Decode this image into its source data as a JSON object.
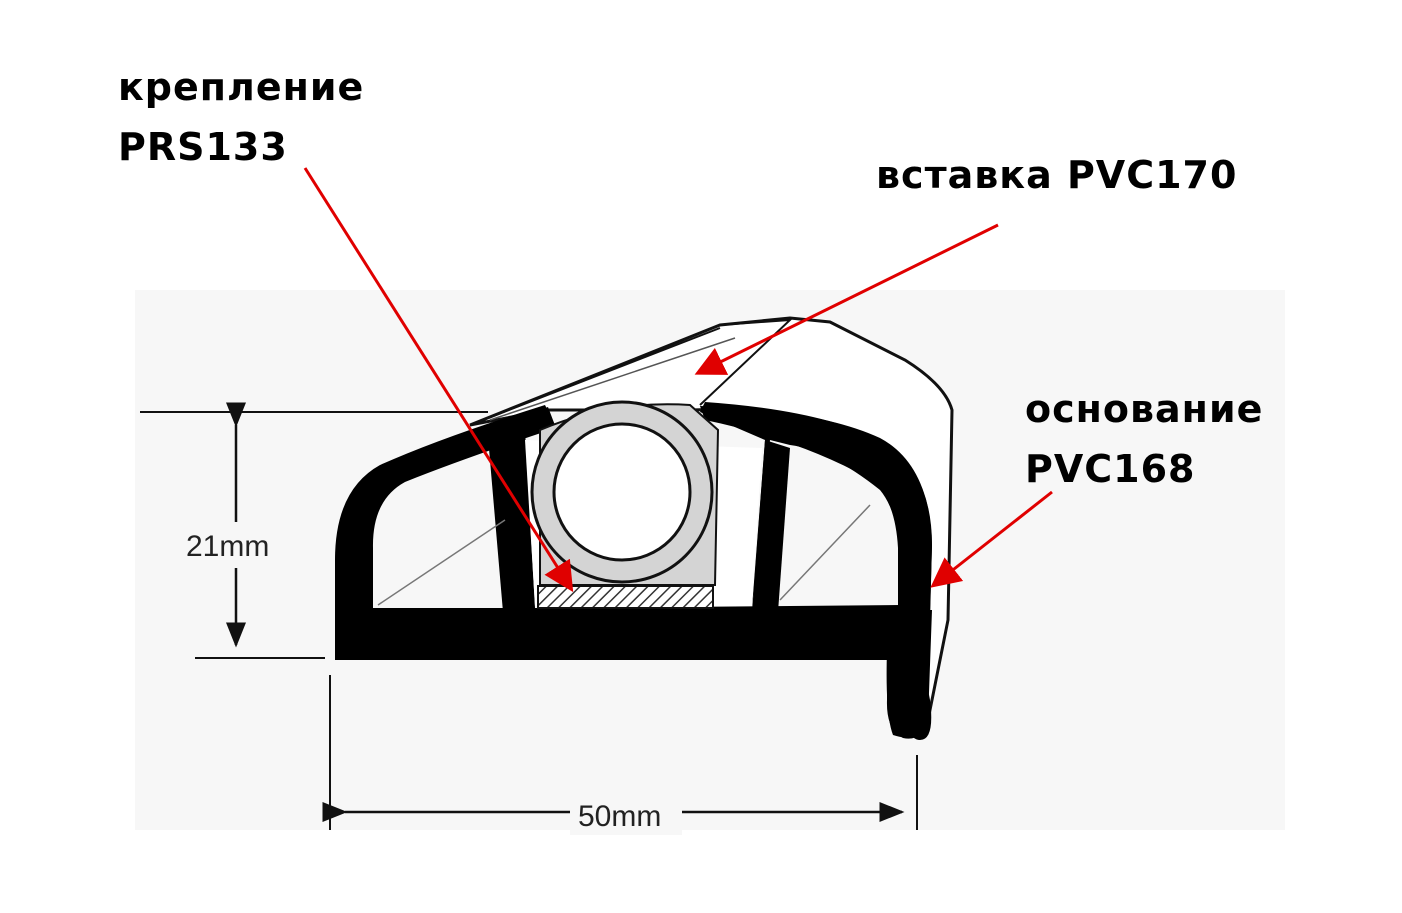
{
  "labels": {
    "fastening_line1": "крепление",
    "fastening_line2": "PRS133",
    "insert": "вставка PVC170",
    "base_line1": "основание",
    "base_line2": "PVC168"
  },
  "dimensions": {
    "height": "21mm",
    "width": "50mm"
  },
  "colors": {
    "arrow": "#e00000",
    "profile": "#000000",
    "insert_tube": "#d4d4d4"
  }
}
